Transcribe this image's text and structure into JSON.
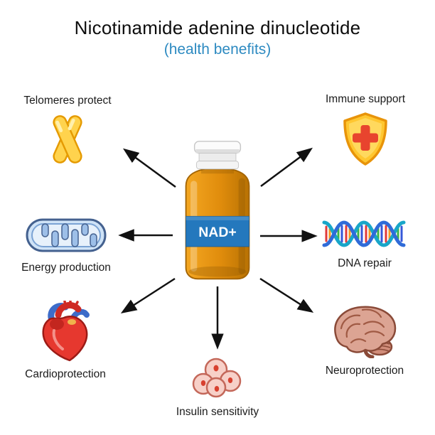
{
  "title": "Nicotinamide adenine dinucleotide",
  "subtitle": "(health benefits)",
  "center": {
    "label": "NAD+"
  },
  "colors": {
    "subtitle_blue": "#2d8ac1",
    "vial_label_blue": "#2478bd",
    "vial_amber": "#e08c0c",
    "arrow_black": "#111111",
    "shield_gold": "#ffc730",
    "cross_red": "#e8442e",
    "chromosome_yellow": "#ffd34d",
    "mitochondria_blue": "#cfe3f7",
    "heart_red": "#e6382f",
    "brain_pink": "#dca493",
    "cells_pink": "#f7d0c8"
  },
  "benefits": [
    {
      "id": "telomeres",
      "label": "Telomeres protect",
      "icon": "chromosome-icon"
    },
    {
      "id": "immune",
      "label": "Immune support",
      "icon": "shield-icon"
    },
    {
      "id": "energy",
      "label": "Energy production",
      "icon": "mitochondria-icon"
    },
    {
      "id": "dna",
      "label": "DNA repair",
      "icon": "dna-icon"
    },
    {
      "id": "cardio",
      "label": "Cardioprotection",
      "icon": "heart-icon"
    },
    {
      "id": "neuro",
      "label": "Neuroprotection",
      "icon": "brain-icon"
    },
    {
      "id": "insulin",
      "label": "Insulin sensitivity",
      "icon": "pancreas-cells-icon"
    }
  ]
}
